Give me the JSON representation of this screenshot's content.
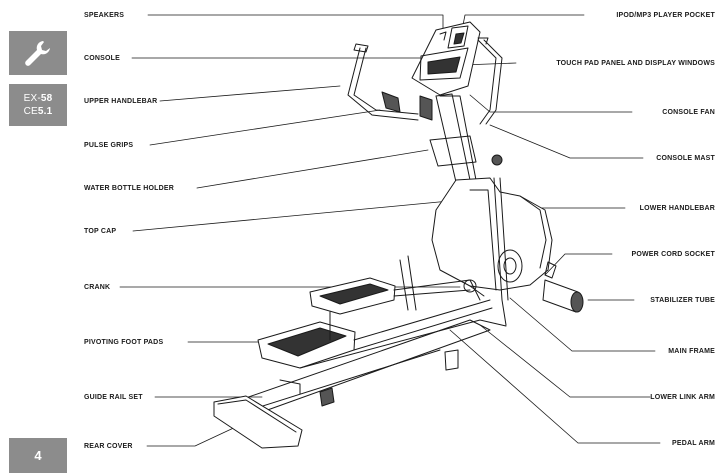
{
  "sidebar": {
    "model_prefix_1": "EX-",
    "model_number_1": "58",
    "model_prefix_2": "CE",
    "model_number_2": "5.1",
    "page_number": "4"
  },
  "labels_left": [
    {
      "id": "speakers",
      "text": "SPEAKERS"
    },
    {
      "id": "console",
      "text": "CONSOLE"
    },
    {
      "id": "upper-handlebar",
      "text": "UPPER HANDLEBAR"
    },
    {
      "id": "pulse-grips",
      "text": "PULSE GRIPS"
    },
    {
      "id": "water-bottle-holder",
      "text": "WATER BOTTLE HOLDER"
    },
    {
      "id": "top-cap",
      "text": "TOP CAP"
    },
    {
      "id": "crank",
      "text": "CRANK"
    },
    {
      "id": "pivoting-foot-pads",
      "text": "PIVOTING FOOT PADS"
    },
    {
      "id": "guide-rail-set",
      "text": "GUIDE RAIL SET"
    },
    {
      "id": "rear-cover",
      "text": "REAR COVER"
    }
  ],
  "labels_right": [
    {
      "id": "ipod-pocket",
      "text": "IPOD/MP3 PLAYER POCKET"
    },
    {
      "id": "touch-pad",
      "text": "TOUCH PAD PANEL AND DISPLAY WINDOWS"
    },
    {
      "id": "console-fan",
      "text": "CONSOLE FAN"
    },
    {
      "id": "console-mast",
      "text": "CONSOLE MAST"
    },
    {
      "id": "lower-handlebar",
      "text": "LOWER HANDLEBAR"
    },
    {
      "id": "power-cord-socket",
      "text": "POWER CORD SOCKET"
    },
    {
      "id": "stabilizer-tube",
      "text": "STABILIZER TUBE"
    },
    {
      "id": "main-frame",
      "text": "MAIN FRAME"
    },
    {
      "id": "lower-link-arm",
      "text": "LOWER LINK ARM"
    },
    {
      "id": "pedal-arm",
      "text": "PEDAL ARM"
    }
  ],
  "colors": {
    "sidebar_tile": "#8c8c8c",
    "line_art": "#1a1a1a"
  }
}
